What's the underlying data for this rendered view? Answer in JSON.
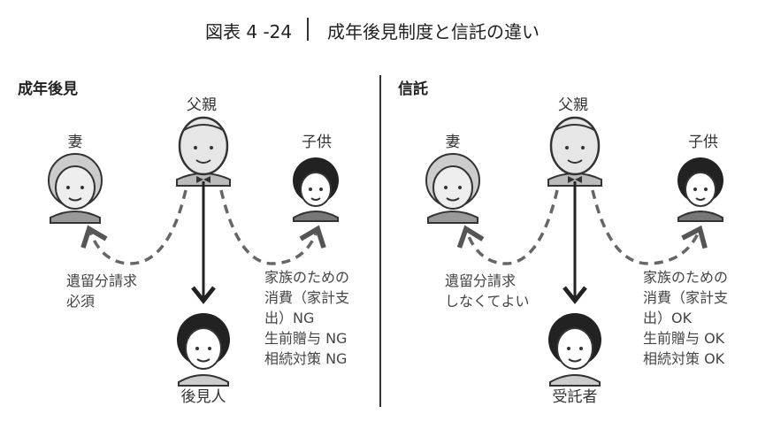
{
  "title": {
    "figure_number": "図表 4 -24",
    "text": "成年後見制度と信託の違い"
  },
  "panels": [
    {
      "heading": "成年後見",
      "father": "父親",
      "wife": "妻",
      "child": "子供",
      "recipient": "後見人",
      "wife_note": [
        "遺留分請求",
        "必須"
      ],
      "child_note": [
        "家族のための",
        "消費（家計支",
        "出）NG",
        "生前贈与 NG",
        "相続対策 NG"
      ]
    },
    {
      "heading": "信託",
      "father": "父親",
      "wife": "妻",
      "child": "子供",
      "recipient": "受託者",
      "wife_note": [
        "遺留分請求",
        "しなくてよい"
      ],
      "child_note": [
        "家族のための",
        "消費（家計支",
        "出）OK",
        "生前贈与 OK",
        "相続対策 OK"
      ]
    }
  ]
}
